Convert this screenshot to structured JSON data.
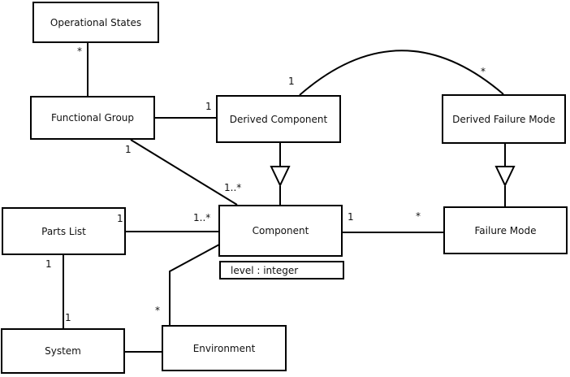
{
  "diagram": {
    "type": "uml-class-diagram",
    "nodes": {
      "operational_states": {
        "label": "Operational States"
      },
      "functional_group": {
        "label": "Functional Group"
      },
      "derived_component": {
        "label": "Derived Component"
      },
      "derived_failure_mode": {
        "label": "Derived Failure Mode"
      },
      "parts_list": {
        "label": "Parts List"
      },
      "component": {
        "label": "Component",
        "attribute": "level : integer"
      },
      "failure_mode": {
        "label": "Failure Mode"
      },
      "system": {
        "label": "System"
      },
      "environment": {
        "label": "Environment"
      }
    },
    "edges": [
      {
        "from": "Operational States",
        "to": "Functional Group",
        "type": "association",
        "labels": {
          "source": "*"
        }
      },
      {
        "from": "Functional Group",
        "to": "Derived Component",
        "type": "association",
        "labels": {
          "target": "1"
        }
      },
      {
        "from": "Functional Group",
        "to": "Component",
        "type": "association",
        "labels": {
          "source": "1",
          "target": "1..*"
        }
      },
      {
        "from": "Derived Component",
        "to": "Component",
        "type": "generalization",
        "labels": {}
      },
      {
        "from": "Derived Component",
        "to": "Derived Failure Mode",
        "type": "association",
        "labels": {
          "source": "1",
          "target": "*"
        }
      },
      {
        "from": "Derived Failure Mode",
        "to": "Failure Mode",
        "type": "generalization",
        "labels": {}
      },
      {
        "from": "Parts List",
        "to": "Component",
        "type": "association",
        "labels": {
          "source": "1",
          "target": "1..*"
        }
      },
      {
        "from": "Component",
        "to": "Failure Mode",
        "type": "association",
        "labels": {
          "source": "1",
          "target": "*"
        }
      },
      {
        "from": "Component",
        "to": "Environment",
        "type": "association",
        "labels": {
          "target": "*"
        }
      },
      {
        "from": "Parts List",
        "to": "System",
        "type": "association",
        "labels": {
          "source": "1",
          "target": "1"
        }
      },
      {
        "from": "System",
        "to": "Environment",
        "type": "association",
        "labels": {}
      }
    ],
    "colors": {
      "line": "#000000",
      "box_border": "#000000",
      "box_fill": "#ffffff",
      "text": "#111111",
      "background": "#ffffff"
    }
  }
}
